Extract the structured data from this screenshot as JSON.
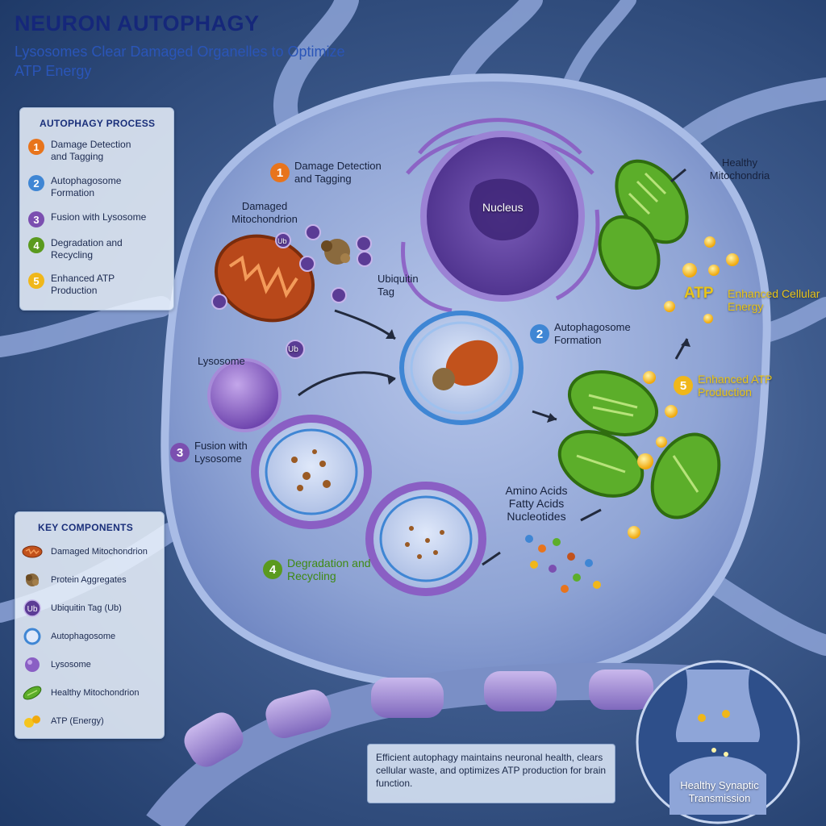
{
  "header": {
    "title": "NEURON AUTOPHAGY",
    "subtitle": "Lysosomes Clear Damaged Organelles to Optimize ATP Energy"
  },
  "process_panel": {
    "heading": "AUTOPHAGY PROCESS",
    "steps": [
      {
        "num": "1",
        "label": "Damage Detection and Tagging",
        "color": "#e8741c"
      },
      {
        "num": "2",
        "label": "Autophagosome Formation",
        "color": "#3f86d4"
      },
      {
        "num": "3",
        "label": "Fusion with Lysosome",
        "color": "#7b4fb0"
      },
      {
        "num": "4",
        "label": "Degradation and Recycling",
        "color": "#5a9a1e"
      },
      {
        "num": "5",
        "label": "Enhanced ATP Production",
        "color": "#f0b71a"
      }
    ]
  },
  "key_panel": {
    "heading": "KEY COMPONENTS",
    "items": [
      {
        "label": "Damaged Mitochondrion",
        "icon": "damaged-mitochondrion-icon"
      },
      {
        "label": "Protein Aggregates",
        "icon": "protein-aggregate-icon"
      },
      {
        "label": "Ubiquitin Tag (Ub)",
        "icon": "ubiquitin-icon",
        "icon_text": "Ub"
      },
      {
        "label": "Autophagosome",
        "icon": "autophagosome-icon"
      },
      {
        "label": "Lysosome",
        "icon": "lysosome-icon"
      },
      {
        "label": "Healthy Mitochondrion",
        "icon": "healthy-mitochondrion-icon"
      },
      {
        "label": "ATP (Energy)",
        "icon": "atp-icon"
      }
    ]
  },
  "diagram": {
    "step1": "Damage Detection and Tagging",
    "damaged_mito": "Damaged Mitochondrion",
    "ubiquitin": "Ubiquitin Tag",
    "ub": "Ub",
    "nucleus": "Nucleus",
    "healthy_mito": "Healthy Mitochondria",
    "atp": "ATP",
    "enhanced_energy": "Enhanced Cellular Energy",
    "step2": "Autophagosome Formation",
    "lysosome": "Lysosome",
    "step3": "Fusion with Lysosome",
    "step4": "Degradation and Recycling",
    "step5": "Enhanced ATP Production",
    "products": [
      "Amino Acids",
      "Fatty Acids",
      "Nucleotides"
    ],
    "synapse": "Healthy Synaptic Transmission"
  },
  "footer_note": "Efficient autophagy maintains neuronal health, clears cellular waste, and optimizes ATP production for brain function.",
  "colors": {
    "title": "#15277a",
    "subtitle": "#2a55b8",
    "cell": "#8ea5d6",
    "mito_healthy": "#5cae2a",
    "mito_damaged": "#c2521c",
    "lysosome": "#8a5fc4",
    "atp": "#f5c51e"
  }
}
